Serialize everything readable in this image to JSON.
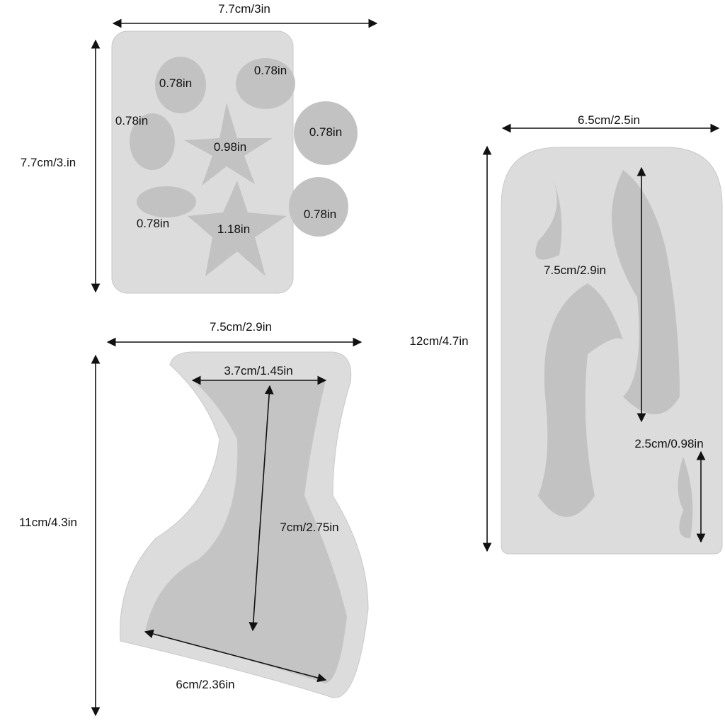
{
  "colors": {
    "mold": "#dcdcdc",
    "mold_edge": "#c4c4c4",
    "cavity": "#bdbdbd",
    "line": "#111111"
  },
  "shell_mold": {
    "width_label": "7.7cm/3in",
    "height_label": "7.7cm/3.in",
    "cavity_labels": [
      "0.78in",
      "0.78in",
      "0.78in",
      "0.98in",
      "0.78in",
      "0.78in",
      "1.18in",
      "0.78in"
    ]
  },
  "mermaid_mold": {
    "width_label": "7.5cm/2.9in",
    "height_label": "11cm/4.3in",
    "top_width_label": "3.7cm/1.45in",
    "tail_length_label": "7cm/2.75in",
    "fin_width_label": "6cm/2.36in"
  },
  "seahorse_mold": {
    "width_label": "6.5cm/2.5in",
    "height_label": "12cm/4.7in",
    "large_seahorse_label": "7.5cm/2.9in",
    "small_seahorse_label": "2.5cm/0.98in"
  }
}
